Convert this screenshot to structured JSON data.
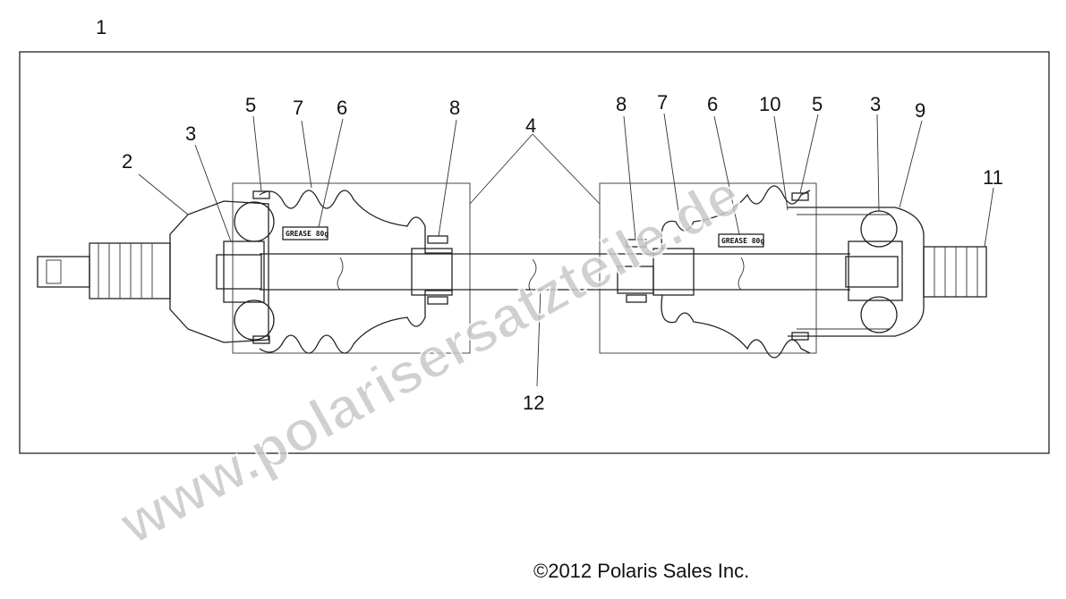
{
  "diagram": {
    "callouts": {
      "c1": "1",
      "c2": "2",
      "c3a": "3",
      "c3b": "3",
      "c4": "4",
      "c5a": "5",
      "c5b": "5",
      "c6a": "6",
      "c6b": "6",
      "c7a": "7",
      "c7b": "7",
      "c8a": "8",
      "c8b": "8",
      "c9": "9",
      "c10": "10",
      "c11": "11",
      "c12": "12"
    },
    "grease_label_left": "GREASE 80g",
    "grease_label_right": "GREASE 80g"
  },
  "watermark": "www.polarisersatzteile.de",
  "copyright": "©2012 Polaris Sales Inc."
}
